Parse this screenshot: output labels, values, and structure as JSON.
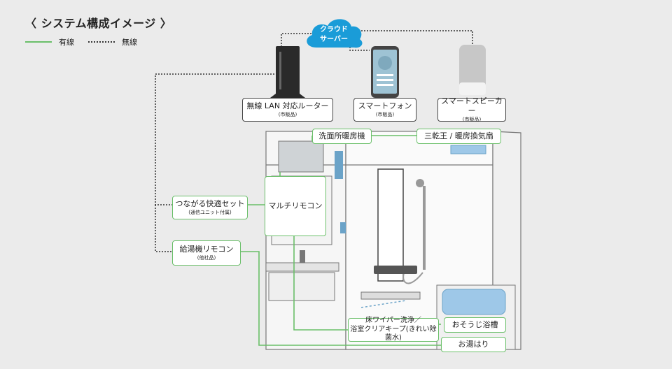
{
  "title": "〈 システム構成イメージ 〉",
  "legend": {
    "wired": "有線",
    "wireless": "無線"
  },
  "cloud": {
    "line1": "クラウド",
    "line2": "サーバー"
  },
  "devices": {
    "router": {
      "name": "無線 LAN 対応ルーター",
      "note": "(市販品)"
    },
    "smartphone": {
      "name": "スマートフォン",
      "note": "(市販品)"
    },
    "speaker": {
      "name": "スマートスピーカー",
      "note": "(市販品)"
    }
  },
  "labels": {
    "heater": "洗面所暖房機",
    "dryer": "三乾王 / 暖房換気扇",
    "kit": {
      "name": "つながる快適セット",
      "note": "(通信ユニット付属)"
    },
    "multi_remote": "マルチリモコン",
    "water_heater": {
      "name": "給湯機リモコン",
      "note": "(他社品)"
    },
    "floor": {
      "line1": "床ワイパー洗浄／",
      "line2": "浴室クリアキープ(きれい除菌水)"
    },
    "bath_clean": "おそうじ浴槽",
    "auto_fill": "お湯はり"
  },
  "colors": {
    "wired": "#6abf69",
    "cloud": "#1a9cd8",
    "water": "#9ec8e8",
    "background": "#ebebeb"
  }
}
